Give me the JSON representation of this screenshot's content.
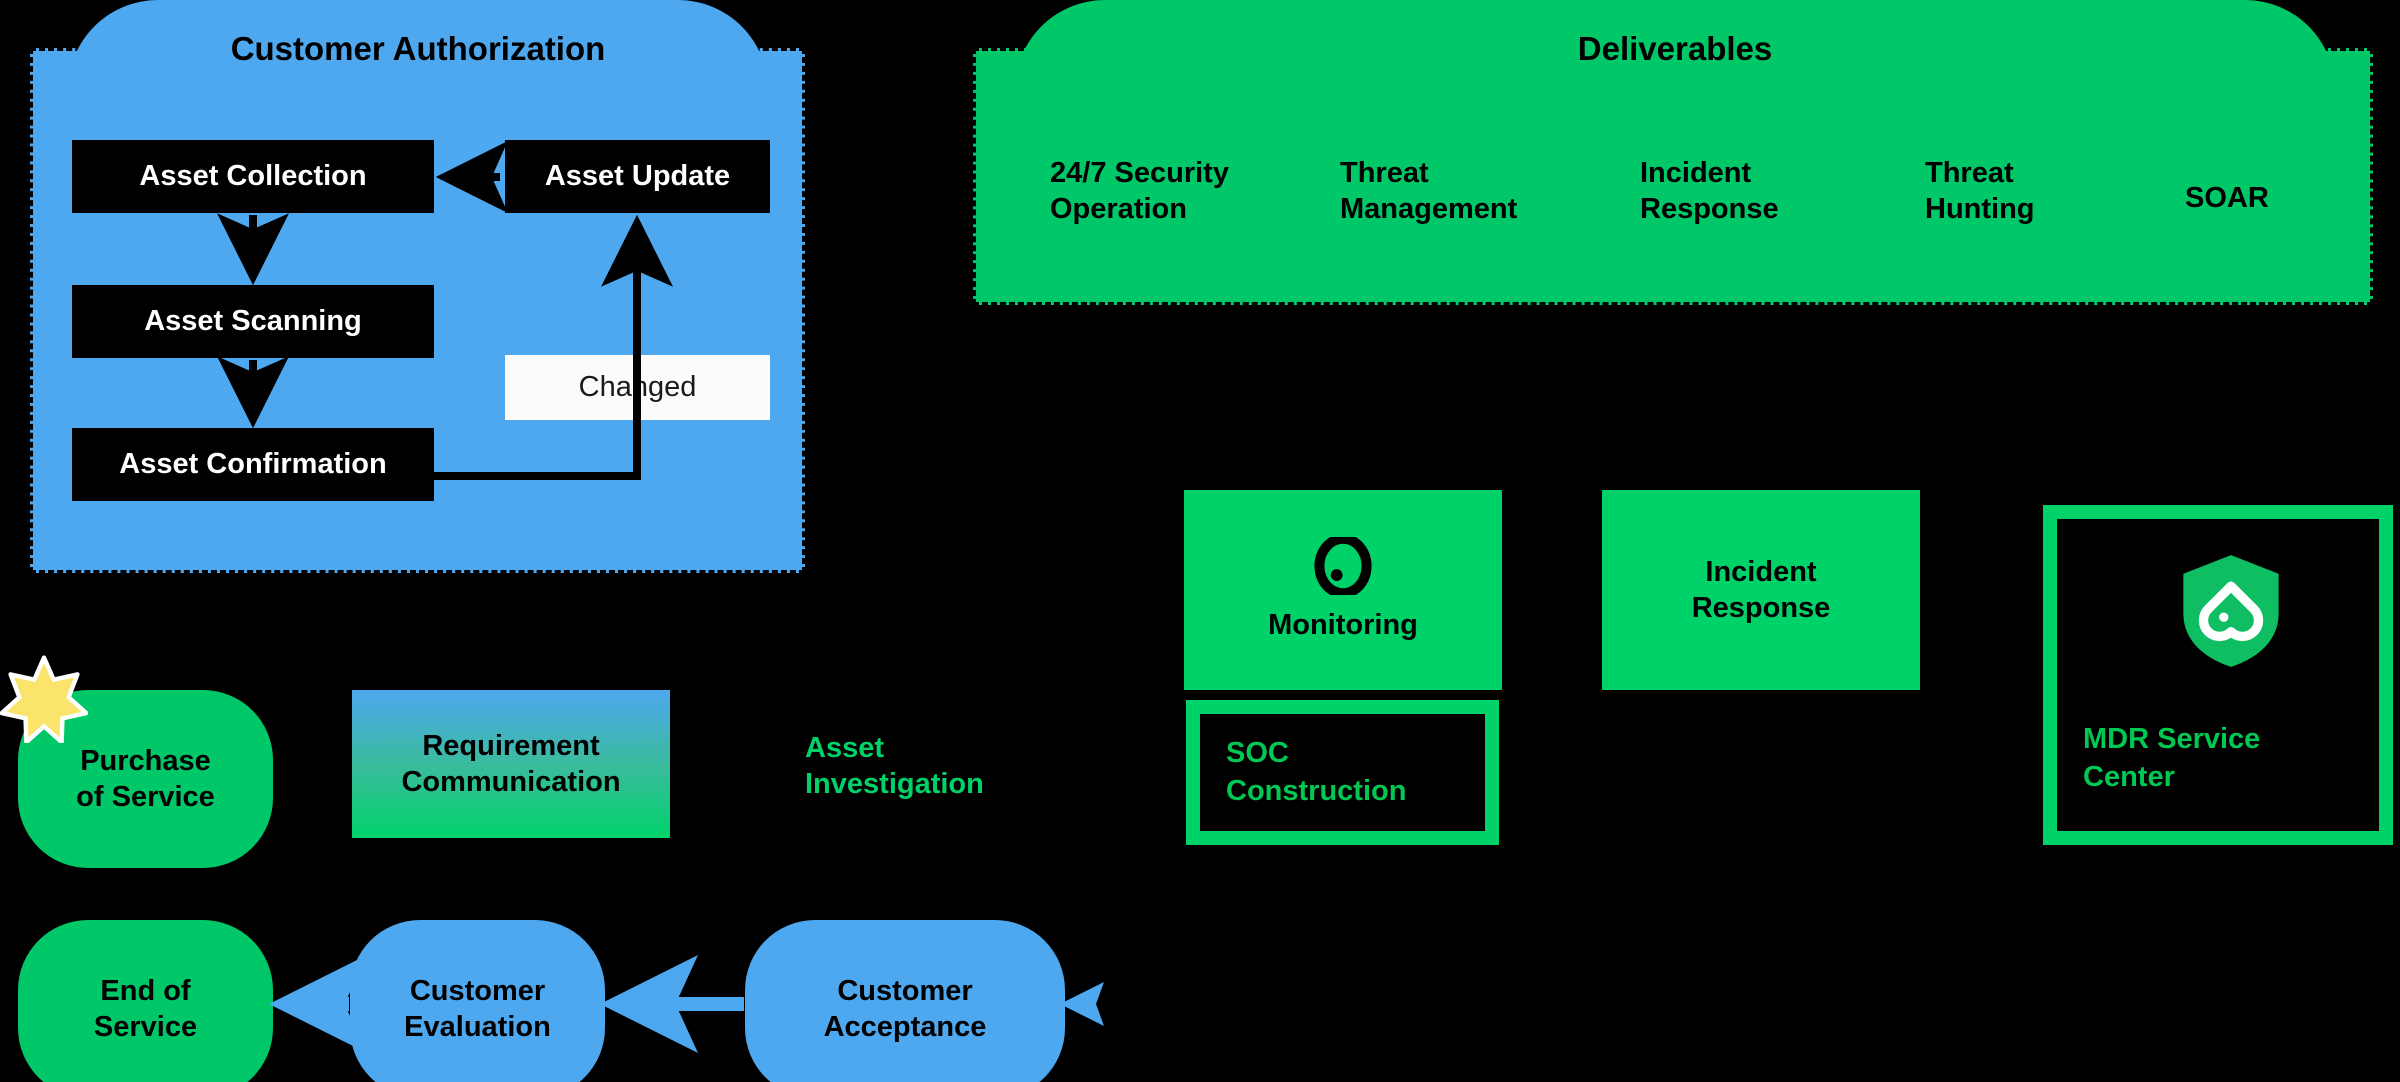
{
  "groups": {
    "customer_authorization": {
      "title": "Customer Authorization",
      "fill": "#4EA8EF",
      "boxes": [
        {
          "label": "Asset Collection"
        },
        {
          "label": "Asset Scanning"
        },
        {
          "label": "Asset Confirmation"
        },
        {
          "label": "Asset Update"
        }
      ],
      "edge_label": "Changed"
    },
    "deliverables": {
      "title": "Deliverables",
      "fill": "#00C767",
      "items": [
        {
          "label": "24/7 Security\nOperation"
        },
        {
          "label": "Threat\nManagement"
        },
        {
          "label": "Incident\nResponse"
        },
        {
          "label": "Threat\nHunting"
        },
        {
          "label": "SOAR"
        }
      ]
    }
  },
  "service_cards": {
    "monitoring": {
      "label": "Monitoring",
      "icon": "eye-icon",
      "fill": "#00D26A"
    },
    "incident_response": {
      "label": "Incident\nResponse",
      "fill": "#00D26A"
    },
    "soc_construction": {
      "label": "SOC\nConstruction",
      "accent": "#00D26A"
    },
    "mdr_service_center": {
      "label": "MDR Service\nCenter",
      "icon": "shield-icon",
      "accent": "#00D26A"
    }
  },
  "flow": {
    "purchase_of_service": {
      "label": "Purchase\nof Service",
      "fill": "#00C767",
      "badge": "star-icon"
    },
    "requirement_communication": {
      "label": "Requirement\nCommunication"
    },
    "asset_investigation": {
      "label": "Asset\nInvestigation",
      "color": "#00D26A"
    },
    "end_of_service": {
      "label": "End of\nService",
      "fill": "#00C767"
    },
    "customer_evaluation": {
      "label": "Customer\nEvaluation",
      "fill": "#4EA8EF"
    },
    "customer_acceptance": {
      "label": "Customer\nAcceptance",
      "fill": "#4EA8EF"
    }
  },
  "palette": {
    "background": "#000000",
    "blue": "#4EA8EF",
    "green": "#00C767",
    "bright_green": "#00D26A",
    "star_yellow": "#FBE46B",
    "white": "#FFFFFF"
  }
}
